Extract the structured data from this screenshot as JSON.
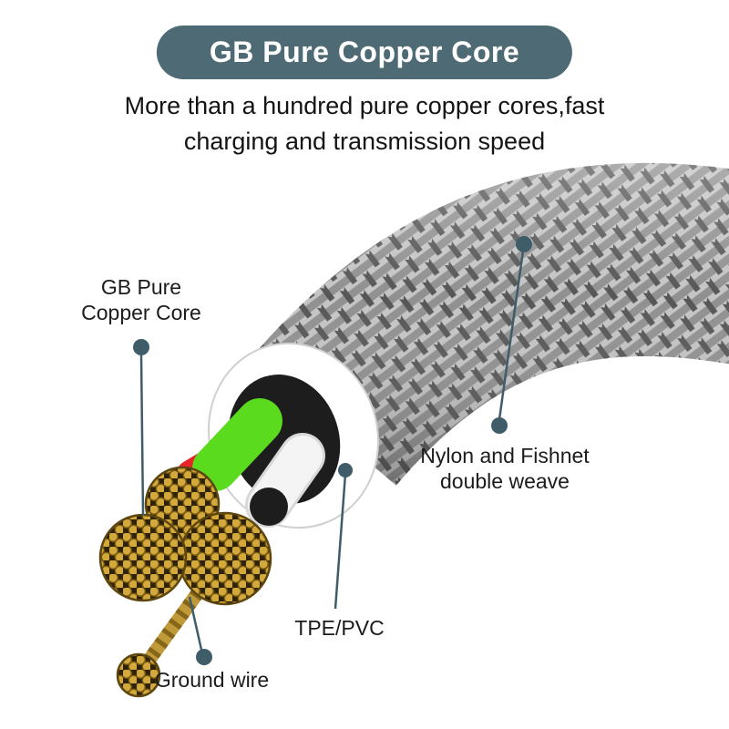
{
  "colors": {
    "accent": "#4e6b75",
    "leader": "#3f5d69",
    "braid_base": "#909090",
    "braid_light": "#c4c4c4",
    "braid_dark": "#565656",
    "sheath": "#ffffff",
    "copper": "#d2a93a",
    "copper_dark": "#7c5c13",
    "copper_bg": "#2e2309",
    "green_wire": "#5bdb1e",
    "red_wire": "#e72427",
    "ground": "#c09a38",
    "ground_dark": "#7d5d14"
  },
  "banner": {
    "title": "GB Pure Copper Core"
  },
  "subtitle": {
    "line1": "More than a hundred pure copper cores,fast",
    "line2": "charging and transmission speed"
  },
  "callouts": {
    "copper_core": {
      "line1": "GB Pure",
      "line2": "Copper Core"
    },
    "nylon": {
      "line1": "Nylon and Fishnet",
      "line2": "double weave"
    },
    "tpe": {
      "label": "TPE/PVC"
    },
    "ground": {
      "label": "Ground wire"
    }
  }
}
